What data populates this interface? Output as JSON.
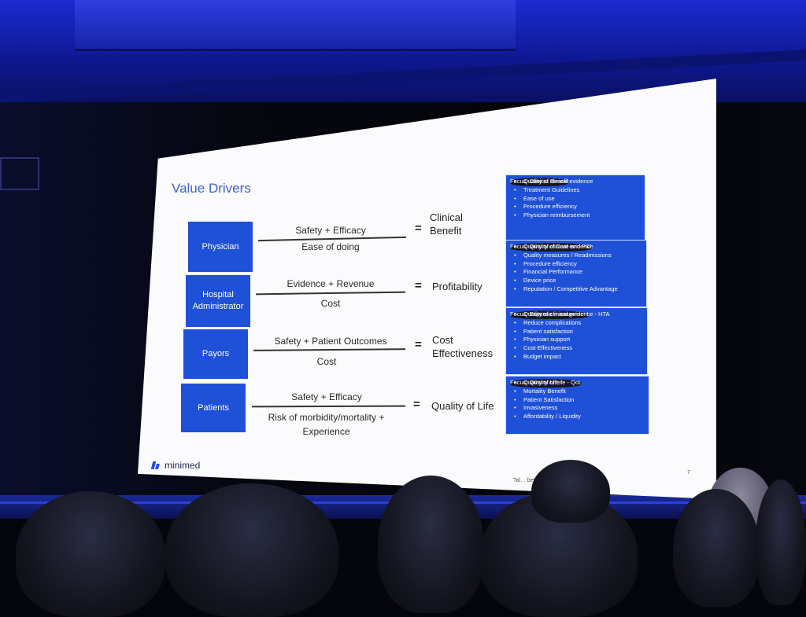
{
  "slide": {
    "title": "Value Drivers",
    "rows": [
      {
        "role": "Physician",
        "numerator": "Safety + Efficacy",
        "denominator": "Ease of doing",
        "equals": "=",
        "result": "Clinical Benefit"
      },
      {
        "role": "Hospital Administrator",
        "numerator": "Evidence + Revenue",
        "denominator": "Cost",
        "equals": "=",
        "result": "Profitability"
      },
      {
        "role": "Payors",
        "numerator": "Safety + Patient Outcomes",
        "denominator": "Cost",
        "equals": "=",
        "result": "Cost Effectiveness"
      },
      {
        "role": "Patients",
        "numerator": "Safety + Efficacy",
        "denominator": "Risk of morbidity/mortality + Experience",
        "equals": "=",
        "result": "Quality of Life"
      }
    ],
    "focus": [
      {
        "head": "Focus: Clinical Benefit",
        "items": [
          "Quality of clinical evidence",
          "Treatment Guidelines",
          "Ease of use",
          "Procedure efficiency",
          "Physician reimbursement"
        ]
      },
      {
        "head": "Focus:  Quality of Care and  P&L",
        "items": [
          "Quality of clinical evidence",
          "Quality measures / Readmissions",
          "Procedure efficiency",
          "Financial Performance",
          "Device price",
          "Reputation / Competitive Advantage"
        ]
      },
      {
        "head": "Focus: Expense management",
        "items": [
          "Quality of clinical evidence - HTA",
          "Reduce complications",
          "Patient satisfaction",
          "Physician support",
          "Cost Effectiveness",
          "Budget impact"
        ]
      },
      {
        "head": "Focus: Quality of Life - QoL",
        "items": [
          "Quality of Life",
          "Mortality Benefit",
          "Patient Satisfaction",
          "Invasiveness",
          "Affordability / Liquidity"
        ]
      }
    ],
    "logo": "minimed",
    "page_number": "7",
    "tagline": "Tal… better days together."
  }
}
